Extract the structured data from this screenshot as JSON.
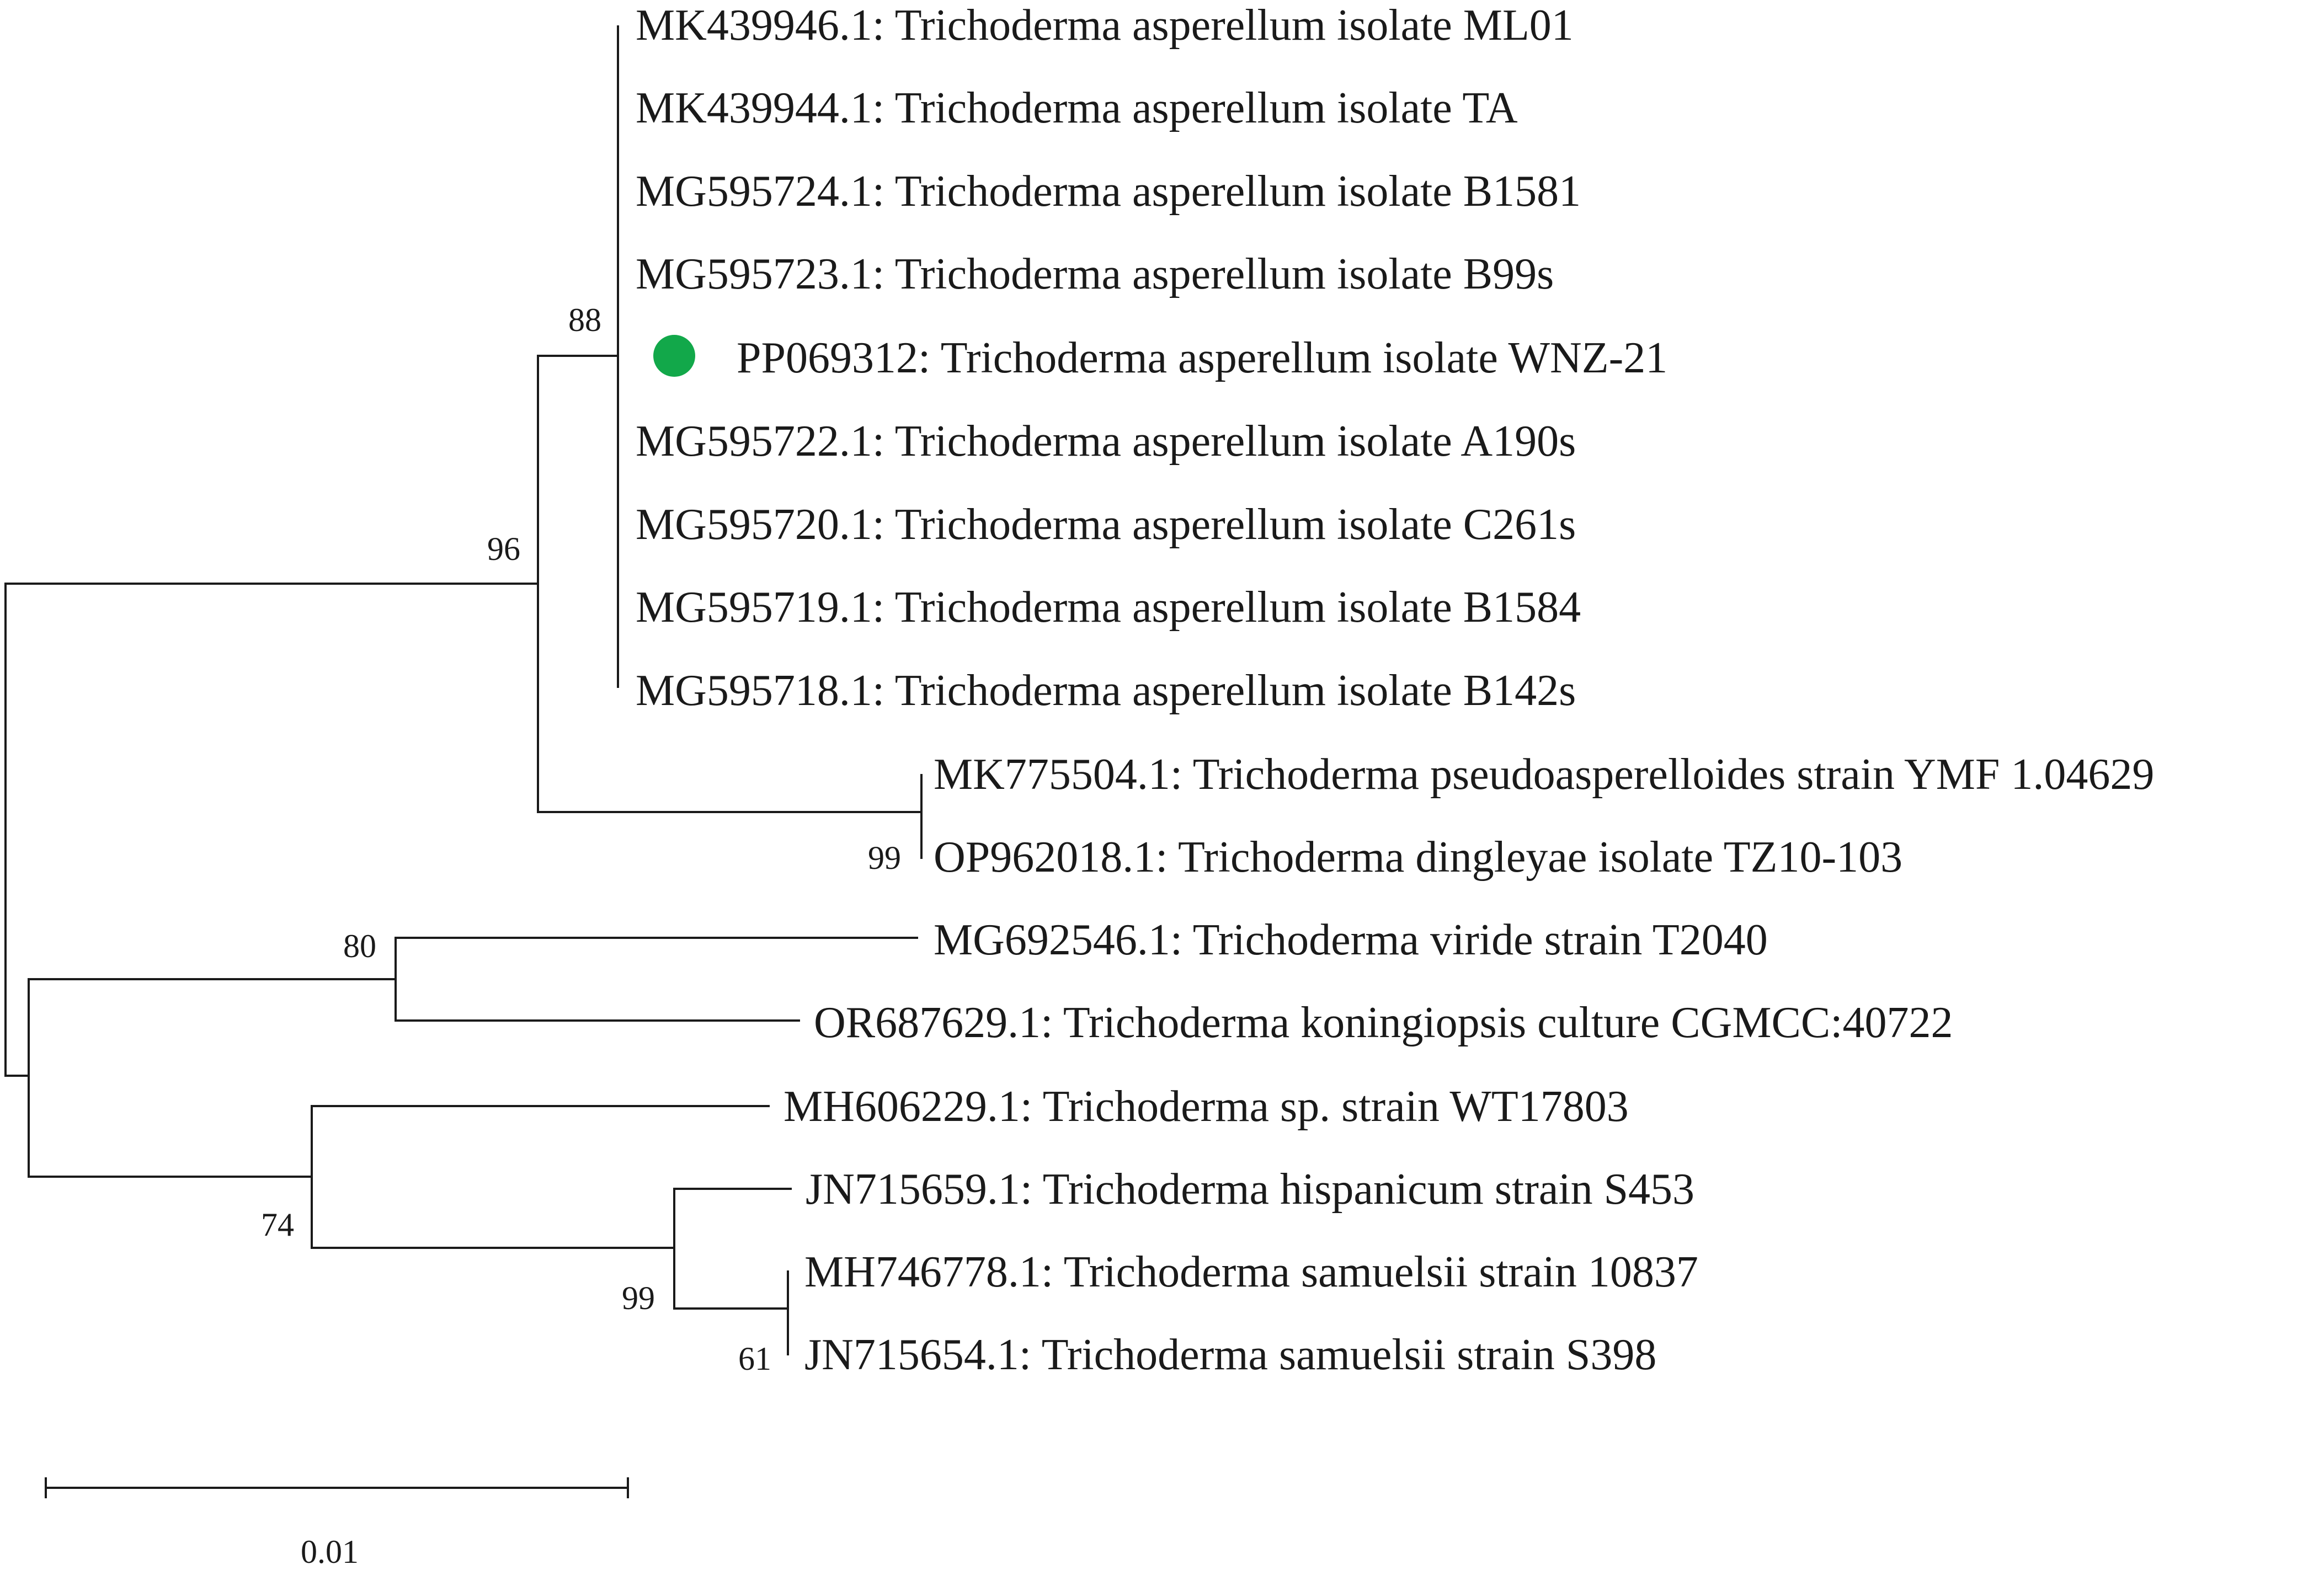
{
  "tree": {
    "highlight_color": "#12a84a",
    "taxa": [
      "MK439946.1: Trichoderma asperellum isolate ML01",
      "MK439944.1: Trichoderma asperellum isolate TA",
      "MG595724.1: Trichoderma asperellum isolate B1581",
      "MG595723.1: Trichoderma asperellum isolate B99s",
      "PP069312: Trichoderma asperellum isolate WNZ-21",
      "MG595722.1: Trichoderma asperellum isolate A190s",
      "MG595720.1: Trichoderma asperellum isolate C261s",
      "MG595719.1: Trichoderma asperellum isolate B1584",
      "MG595718.1: Trichoderma asperellum isolate B142s",
      "MK775504.1: Trichoderma pseudoasperelloides strain YMF 1.04629",
      "OP962018.1: Trichoderma dingleyae isolate TZ10-103",
      "MG692546.1: Trichoderma viride strain T2040",
      "OR687629.1: Trichoderma koningiopsis culture CGMCC:40722",
      "MH606229.1: Trichoderma sp. strain WT17803",
      "JN715659.1: Trichoderma hispanicum strain S453",
      "MH746778.1: Trichoderma samuelsii strain 10837",
      "JN715654.1: Trichoderma samuelsii strain S398"
    ],
    "bootstrap": {
      "asperellum_clade": "88",
      "asperellum_group": "96",
      "pseudo_dingleyae": "99",
      "viride_koningiopsis": "80",
      "sp_hispanicum_samuelsii": "74",
      "hispanicum_samuelsii": "99",
      "samuelsii_pair": "61"
    },
    "scale_bar_label": "0.01"
  }
}
